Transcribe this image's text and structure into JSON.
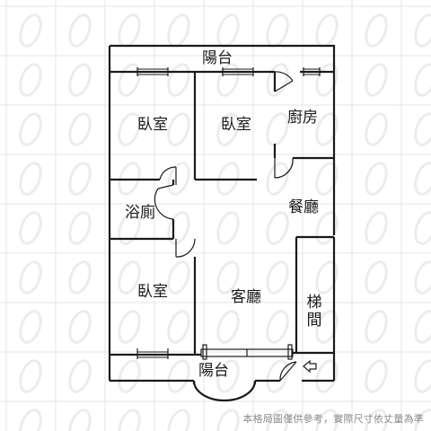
{
  "rooms": {
    "balcony_top": "陽台",
    "bedroom_1": "臥室",
    "bedroom_2": "臥室",
    "kitchen": "廚房",
    "bathroom": "浴廁",
    "dining": "餐廳",
    "bedroom_3": "臥室",
    "living": "客廳",
    "stairs_1": "梯",
    "stairs_2": "間",
    "balcony_bottom": "陽台"
  },
  "disclaimer": "本格局圖僅供參考，實際尺寸依丈量為準",
  "colors": {
    "wall": "#1a1a1a",
    "grid": "#e4e4e4",
    "watermark": "#ececec",
    "disclaimer": "#8a8a8a"
  }
}
